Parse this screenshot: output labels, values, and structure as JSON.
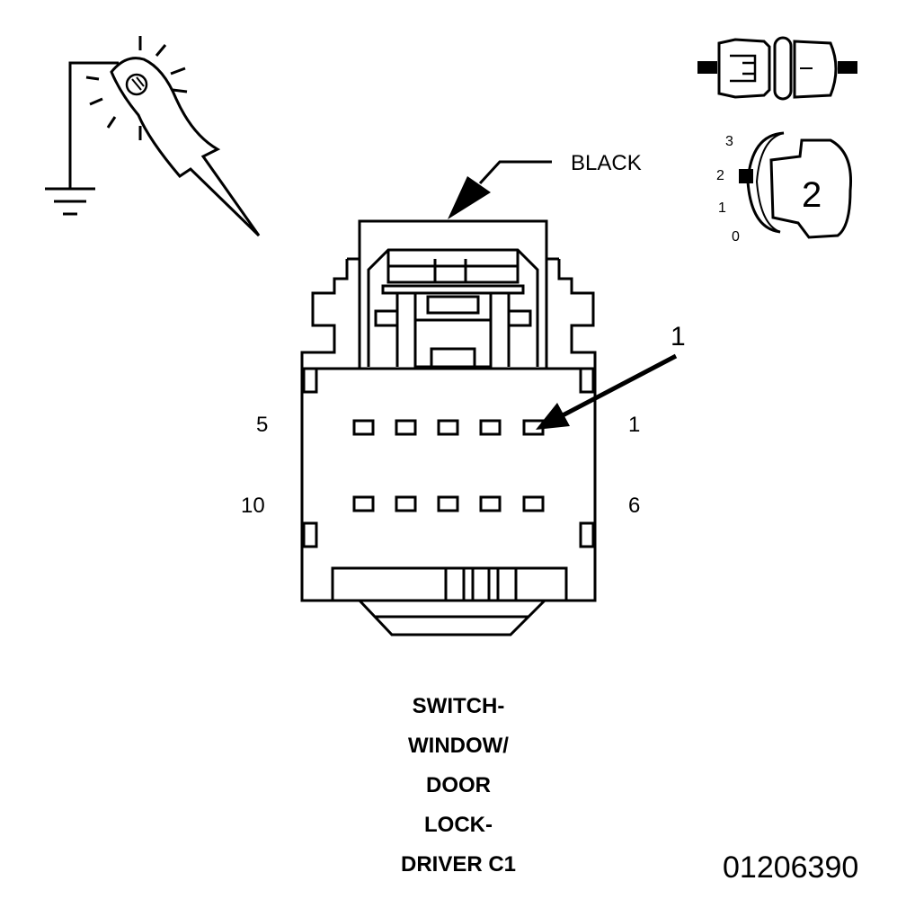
{
  "connector_color_label": "BLACK",
  "callout_number": "1",
  "pins": {
    "top_left": "5",
    "top_right": "1",
    "bottom_left": "10",
    "bottom_right": "6"
  },
  "caption_lines": [
    "SWITCH-",
    "WINDOW/",
    "DOOR",
    "LOCK-",
    "DRIVER C1"
  ],
  "figure_id": "01206390",
  "scale": {
    "marks": [
      "3",
      "2",
      "1",
      "0"
    ],
    "selected": "2"
  },
  "colors": {
    "ink": "#000000",
    "paper": "#ffffff"
  }
}
